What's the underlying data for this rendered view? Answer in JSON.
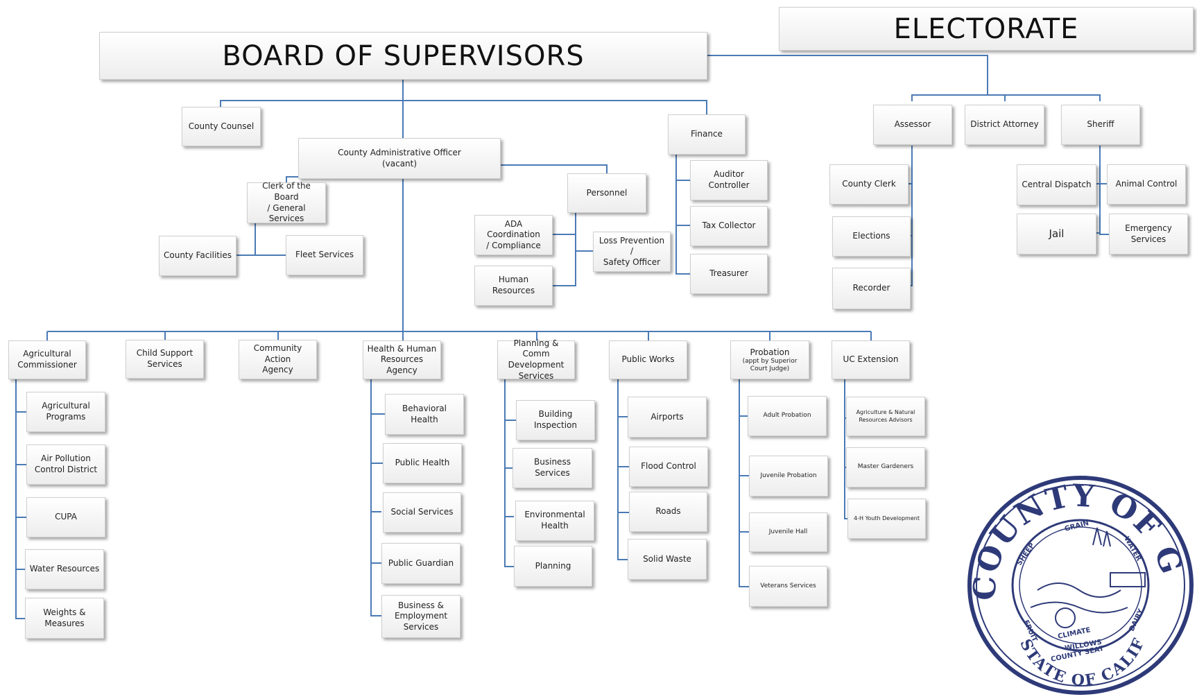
{
  "title_board": "BOARD OF SUPERVISORS",
  "title_electorate": "ELECTORATE",
  "top": {
    "county_counsel": "County Counsel",
    "cao": "County Administrative Officer\n(vacant)",
    "clerk_board": "Clerk of the Board\n/ General Services",
    "county_facilities": "County Facilities",
    "fleet_services": "Fleet Services",
    "personnel": "Personnel",
    "ada": "ADA Coordination\n/ Compliance",
    "human_resources": "Human Resources",
    "loss_prevention": "Loss Prevention  /\nSafety Officer",
    "finance": "Finance",
    "auditor": "Auditor\nController",
    "tax_collector": "Tax Collector",
    "treasurer": "Treasurer"
  },
  "elected": {
    "assessor": "Assessor",
    "district_attorney": "District Attorney",
    "sheriff": "Sheriff",
    "county_clerk": "County Clerk",
    "elections": "Elections",
    "recorder": "Recorder",
    "central_dispatch": "Central Dispatch",
    "animal_control": "Animal Control",
    "jail": "Jail",
    "emergency_services": "Emergency\nServices"
  },
  "depts": {
    "ag_comm": "Agricultural\nCommissioner",
    "ag_programs": "Agricultural\nPrograms",
    "air_pollution": "Air Pollution\nControl District",
    "cupa": "CUPA",
    "water_resources": "Water Resources",
    "weights": "Weights &\nMeasures",
    "child_support": "Child Support\nServices",
    "community_action": "Community Action\nAgency",
    "hhs": "Health & Human\nResources Agency",
    "behavioral_health": "Behavioral Health",
    "public_health": "Public Health",
    "social_services": "Social Services",
    "public_guardian": "Public Guardian",
    "business_employment": "Business &\nEmployment\nServices",
    "planning_comm": "Planning & Comm\nDevelopment\nServices",
    "building_inspection": "Building\nInspection",
    "business_services": "Business Services",
    "environmental_health": "Environmental\nHealth",
    "planning": "Planning",
    "public_works": "Public Works",
    "airports": "Airports",
    "flood_control": "Flood Control",
    "roads": "Roads",
    "solid_waste": "Solid Waste",
    "probation": "Probation",
    "probation_note": "(appt by Superior\nCourt Judge)",
    "adult_probation": "Adult Probation",
    "juvenile_probation": "Juvenile Probation",
    "juvenile_hall": "Juvenile Hall",
    "veterans_services": "Veterans Services",
    "uc_extension": "UC Extension",
    "ag_natural": "Agriculture & Natural\nResources Advisors",
    "master_gardeners": "Master Gardeners",
    "youth_4h": "4-H Youth Development"
  },
  "seal": {
    "top_text": "COUNTY OF GLENN",
    "bottom_text": "STATE OF CALIFORNIA",
    "words": [
      "SHEEP",
      "GRAIN",
      "WATER",
      "FRUIT",
      "CLIMATE",
      "DAIRY",
      "WILLOWS",
      "COUNTY SEAT"
    ]
  },
  "colors": {
    "line": "#4a7ab5",
    "seal": "#2e3a78"
  }
}
